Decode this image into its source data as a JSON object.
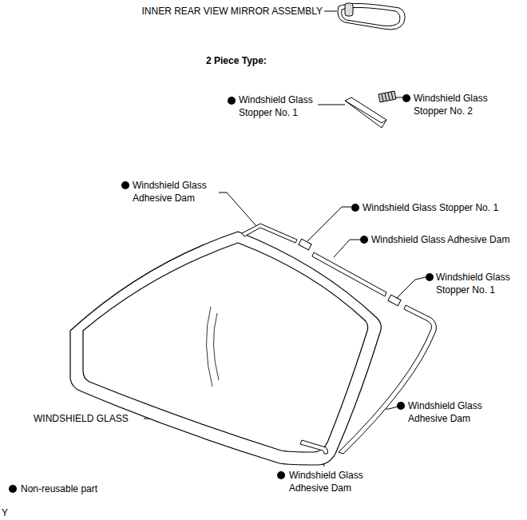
{
  "diagram": {
    "labels": [
      "INNER REAR VIEW MIRROR ASSEMBLY",
      "2 Piece Type:",
      "Windshield Glass Stopper No. 1",
      "Windshield Glass Stopper No. 2",
      "Windshield Glass Adhesive Dam",
      "Windshield Glass Stopper No. 1",
      "Windshield Glass Adhesive Dam",
      "Windshield Glass Stopper No. 1",
      "Windshield Glass Adhesive Dam",
      "WINDSHIELD GLASS",
      "Windshield Glass Adhesive Dam",
      "Y"
    ],
    "legend": [
      {
        "text": "Non-reusable part",
        "color": "#000000"
      }
    ]
  }
}
